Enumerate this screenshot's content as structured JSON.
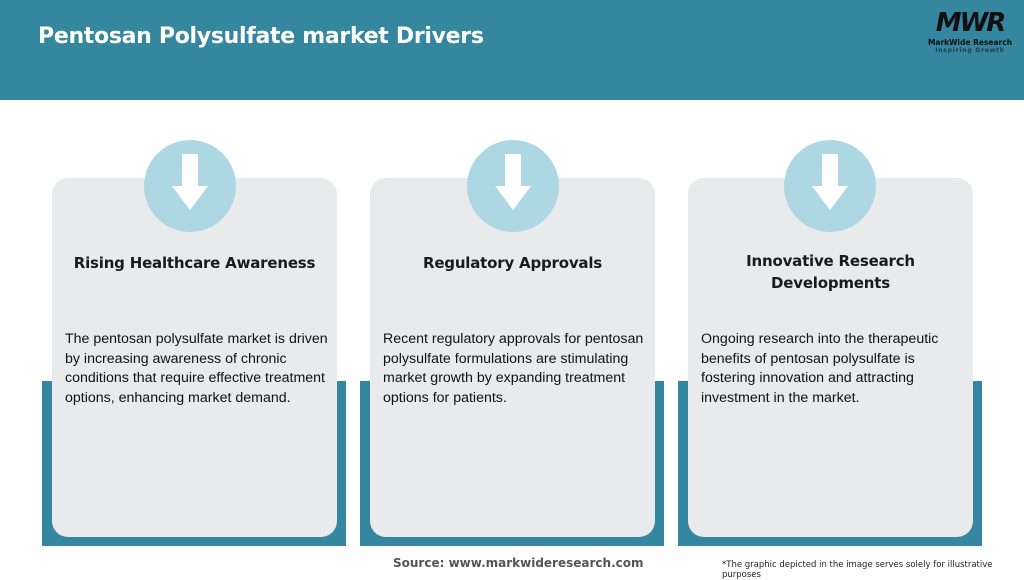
{
  "header": {
    "title": "Pentosan Polysulfate market Drivers",
    "background_color": "#34879e"
  },
  "logo": {
    "mark": "MWR",
    "name": "MarkWide Research",
    "tagline": "Inspiring Growth"
  },
  "cards": [
    {
      "icon": "down-arrow-icon",
      "title": "Rising Healthcare Awareness",
      "body": "The pentosan polysulfate market is driven by increasing awareness of chronic conditions that require effective treatment options, enhancing market demand."
    },
    {
      "icon": "down-arrow-icon",
      "title": "Regulatory Approvals",
      "body": "Recent regulatory approvals for pentosan polysulfate formulations are stimulating market growth by expanding treatment options for patients."
    },
    {
      "icon": "down-arrow-icon",
      "title": "Innovative Research Developments",
      "body": "Ongoing research into the therapeutic benefits of pentosan polysulfate is fostering innovation and attracting investment in the market."
    }
  ],
  "colors": {
    "accent_teal": "#34879e",
    "card_bg": "#e8eaec",
    "icon_circle": "#add8e3"
  },
  "footer": {
    "source": "Source: www.markwideresearch.com",
    "note": "*The graphic depicted in the image serves solely for illustrative purposes"
  }
}
